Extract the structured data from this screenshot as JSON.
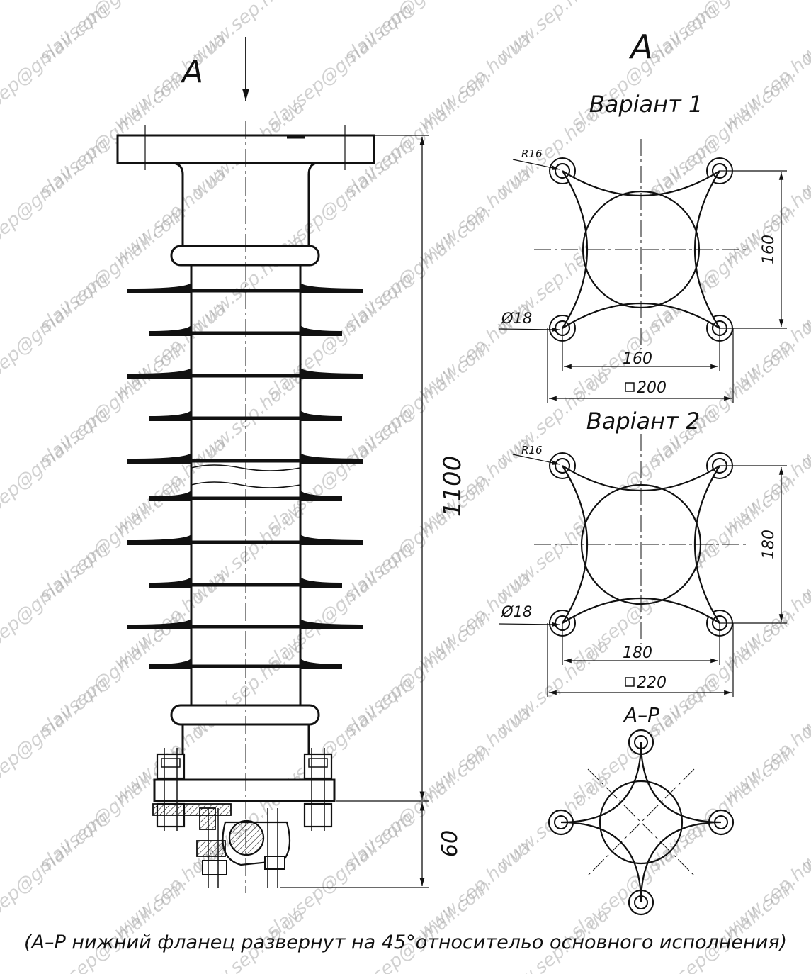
{
  "view_label": "A",
  "view_label_right": "A",
  "variant1": {
    "title": "Варіант 1",
    "radius": "R16",
    "hole": "Ø18",
    "width": "160",
    "height": "160",
    "square": "200"
  },
  "variant2": {
    "title": "Варіант 2",
    "radius": "R16",
    "hole": "Ø18",
    "width": "180",
    "height": "180",
    "square": "220"
  },
  "rotated_title": "A–P",
  "dims": {
    "length": "1100",
    "bottom": "60"
  },
  "caption": "(A–P нижний фланец развернут на 45°относитель­о основного исполнения)",
  "watermarks": {
    "site": "www.sep.ho.ua",
    "email": "slavsep@gmail.com"
  }
}
